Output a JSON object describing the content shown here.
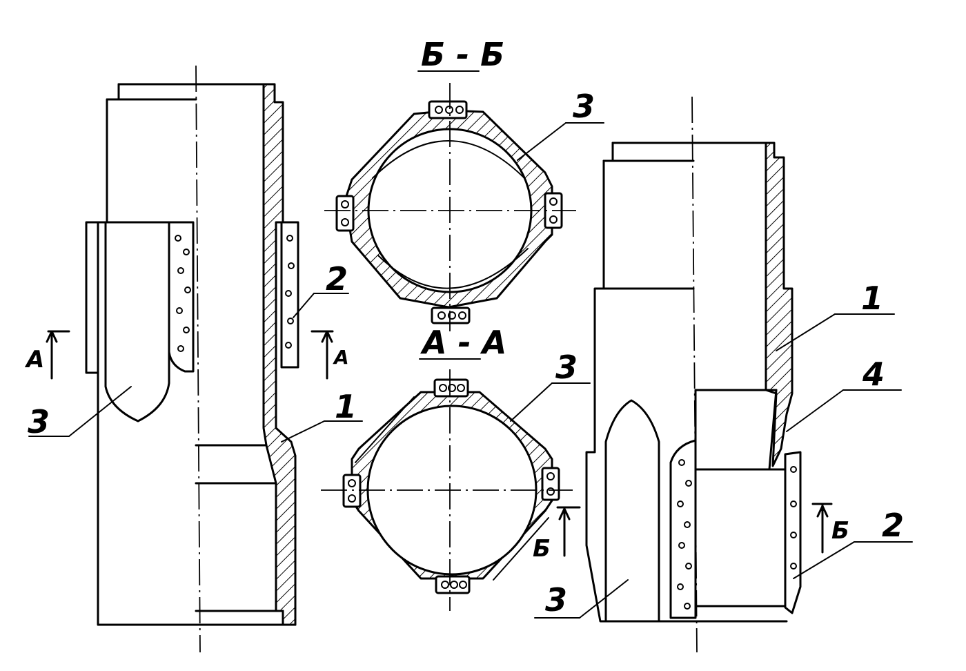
{
  "section_titles": {
    "bb": "Б - Б",
    "aa": "А - А"
  },
  "labels": {
    "l1_2": "2",
    "l1_1": "1",
    "l1_3": "3",
    "l1_cutA_left": "А",
    "l1_cutA_right": "А",
    "bb_3": "3",
    "aa_3": "3",
    "aa_cutB": "Б",
    "r_1": "1",
    "r_4": "4",
    "r_3": "3",
    "r_2": "2",
    "r_cutB": "Б"
  }
}
